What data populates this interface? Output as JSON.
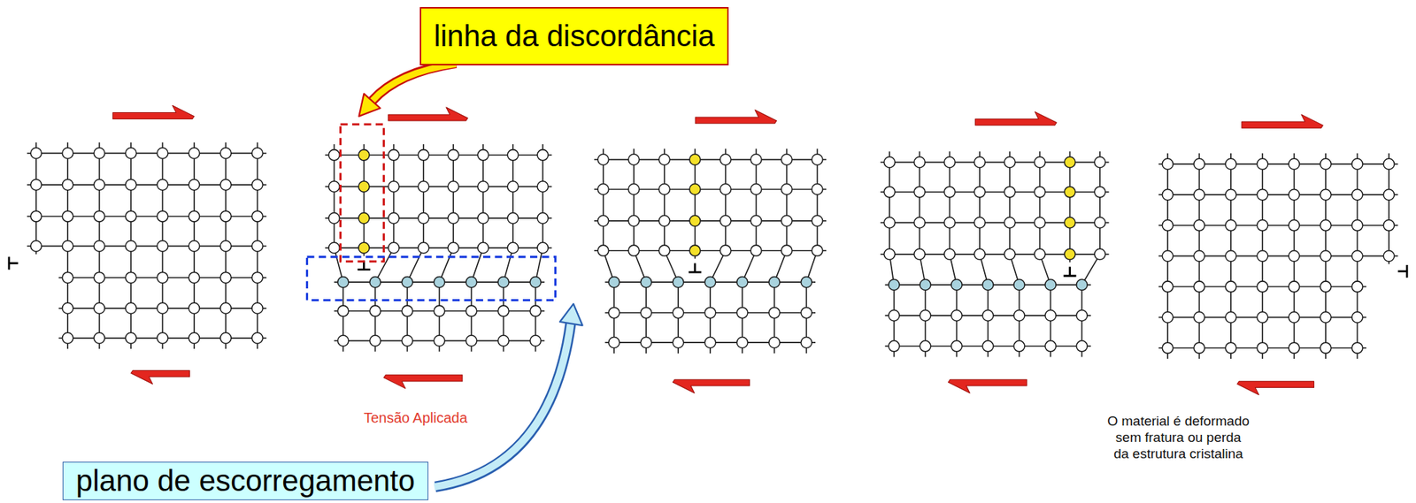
{
  "diagram": {
    "nodes": [
      {
        "text": [
          "linha da discordância"
        ]
      },
      {
        "text": [
          "plano de escorregamento"
        ]
      }
    ],
    "labels": [
      "Tensão Aplicada",
      "O material é deformado sem fratura ou perda da estrutura cristalina"
    ]
  }
}
